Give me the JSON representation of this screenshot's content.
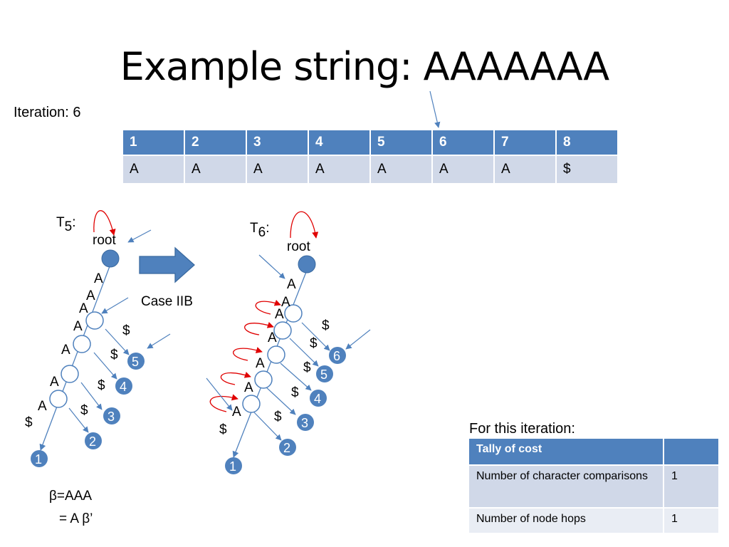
{
  "title": "Example string: AAAAAAA",
  "iteration_label": "Iteration: 6",
  "string_table": {
    "indices": [
      "1",
      "2",
      "3",
      "4",
      "5",
      "6",
      "7",
      "8"
    ],
    "chars": [
      "A",
      "A",
      "A",
      "A",
      "A",
      "A",
      "A",
      "$"
    ]
  },
  "tree_left": {
    "label": "T",
    "subscript": "5",
    "colon": ":",
    "root_label": "root",
    "edge_labels": [
      "A",
      "A",
      "A",
      "A",
      "A",
      "A",
      "A"
    ],
    "dollar_labels": [
      "$",
      "$",
      "$",
      "$",
      "$"
    ],
    "leaves": [
      "1",
      "2",
      "3",
      "4",
      "5"
    ]
  },
  "transition_label": "Case IIB",
  "tree_right": {
    "label": "T",
    "subscript": "6",
    "colon": ":",
    "root_label": "root",
    "edge_labels": [
      "A",
      "A",
      "A",
      "A",
      "A",
      "A",
      "A"
    ],
    "dollar_labels": [
      "$",
      "$",
      "$",
      "$",
      "$",
      "$"
    ],
    "leaves": [
      "1",
      "2",
      "3",
      "4",
      "5",
      "6"
    ]
  },
  "beta_line1": "β=AAA",
  "beta_line2": "= A β’",
  "for_iteration": "For this iteration:",
  "cost_table": {
    "header": "Tally of cost",
    "header_value": "",
    "rows": [
      {
        "label": "Number of character comparisons",
        "value": "1"
      },
      {
        "label": "Number of node hops",
        "value": "1"
      }
    ]
  },
  "colors": {
    "node_fill": "#4f81bd",
    "arrow_blue": "#4f81bd",
    "arrow_red": "#e00000",
    "table_header": "#4f81bd",
    "table_row": "#d0d8e8"
  }
}
